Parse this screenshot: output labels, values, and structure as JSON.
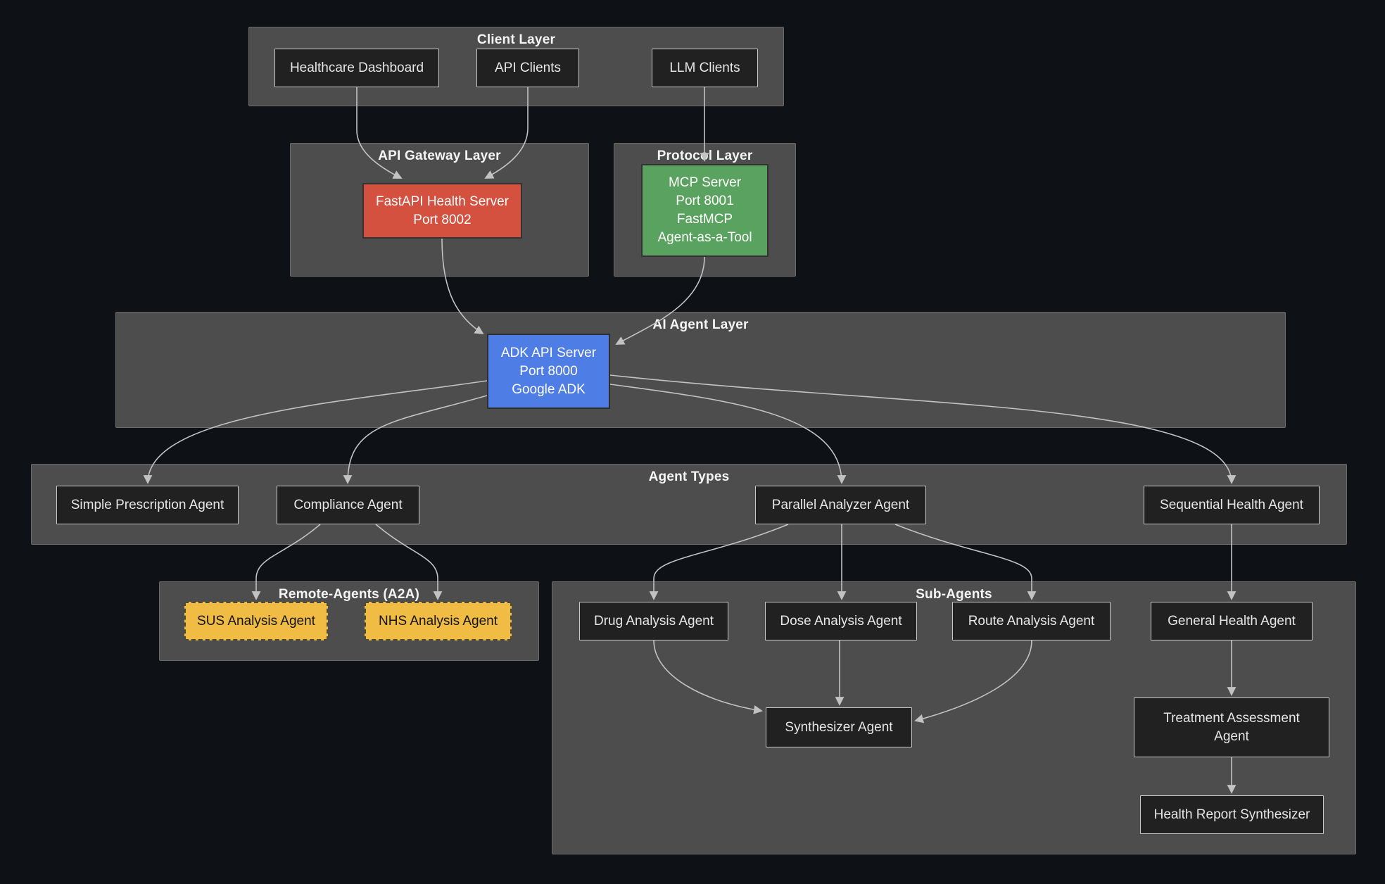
{
  "diagram": {
    "kind": "architecture-flowchart",
    "colors": {
      "background": "#0e1116",
      "cluster": "#4d4d4d",
      "clusterBorder": "#6a6a6a",
      "node": "#212121",
      "nodeBorder": "#c9c9c9",
      "nodeText": "#e6e6e6",
      "titleText": "#f5f5f5",
      "red": "#d4503f",
      "green": "#5aa25f",
      "blue": "#4e7de6",
      "yellow": "#f0bc43",
      "yellowText": "#141414",
      "edge": "#c2c2c2"
    },
    "groups": {
      "client": "Client Layer",
      "gateway": "API Gateway Layer",
      "protocol": "Protocol Layer",
      "ai": "AI Agent Layer",
      "agentTypes": "Agent Types",
      "remote": "Remote-Agents (A2A)",
      "sub": "Sub-Agents"
    },
    "nodes": {
      "healthcareDashboard": "Healthcare Dashboard",
      "apiClients": "API Clients",
      "llmClients": "LLM Clients",
      "fastapi": "FastAPI Health Server\nPort 8002",
      "mcp": "MCP Server\nPort 8001\nFastMCP\nAgent-as-a-Tool",
      "adk": "ADK API Server\nPort 8000\nGoogle ADK",
      "simplePrescription": "Simple Prescription Agent",
      "compliance": "Compliance Agent",
      "parallelAnalyzer": "Parallel Analyzer Agent",
      "sequentialHealth": "Sequential Health Agent",
      "sus": "SUS Analysis Agent",
      "nhs": "NHS Analysis Agent",
      "drug": "Drug Analysis Agent",
      "dose": "Dose Analysis Agent",
      "route": "Route Analysis Agent",
      "generalHealth": "General Health Agent",
      "synthesizer": "Synthesizer Agent",
      "treatment": "Treatment Assessment\nAgent",
      "healthReport": "Health Report Synthesizer"
    },
    "edges": [
      "Healthcare Dashboard -> FastAPI Health Server",
      "API Clients -> FastAPI Health Server",
      "LLM Clients -> MCP Server",
      "FastAPI Health Server -> ADK API Server",
      "MCP Server -> ADK API Server",
      "ADK API Server -> Simple Prescription Agent",
      "ADK API Server -> Compliance Agent",
      "ADK API Server -> Parallel Analyzer Agent",
      "ADK API Server -> Sequential Health Agent",
      "Compliance Agent -> SUS Analysis Agent",
      "Compliance Agent -> NHS Analysis Agent",
      "Parallel Analyzer Agent -> Drug Analysis Agent",
      "Parallel Analyzer Agent -> Dose Analysis Agent",
      "Parallel Analyzer Agent -> Route Analysis Agent",
      "Sequential Health Agent -> General Health Agent",
      "Drug Analysis Agent -> Synthesizer Agent",
      "Dose Analysis Agent -> Synthesizer Agent",
      "Route Analysis Agent -> Synthesizer Agent",
      "General Health Agent -> Treatment Assessment Agent",
      "Treatment Assessment Agent -> Health Report Synthesizer"
    ]
  }
}
